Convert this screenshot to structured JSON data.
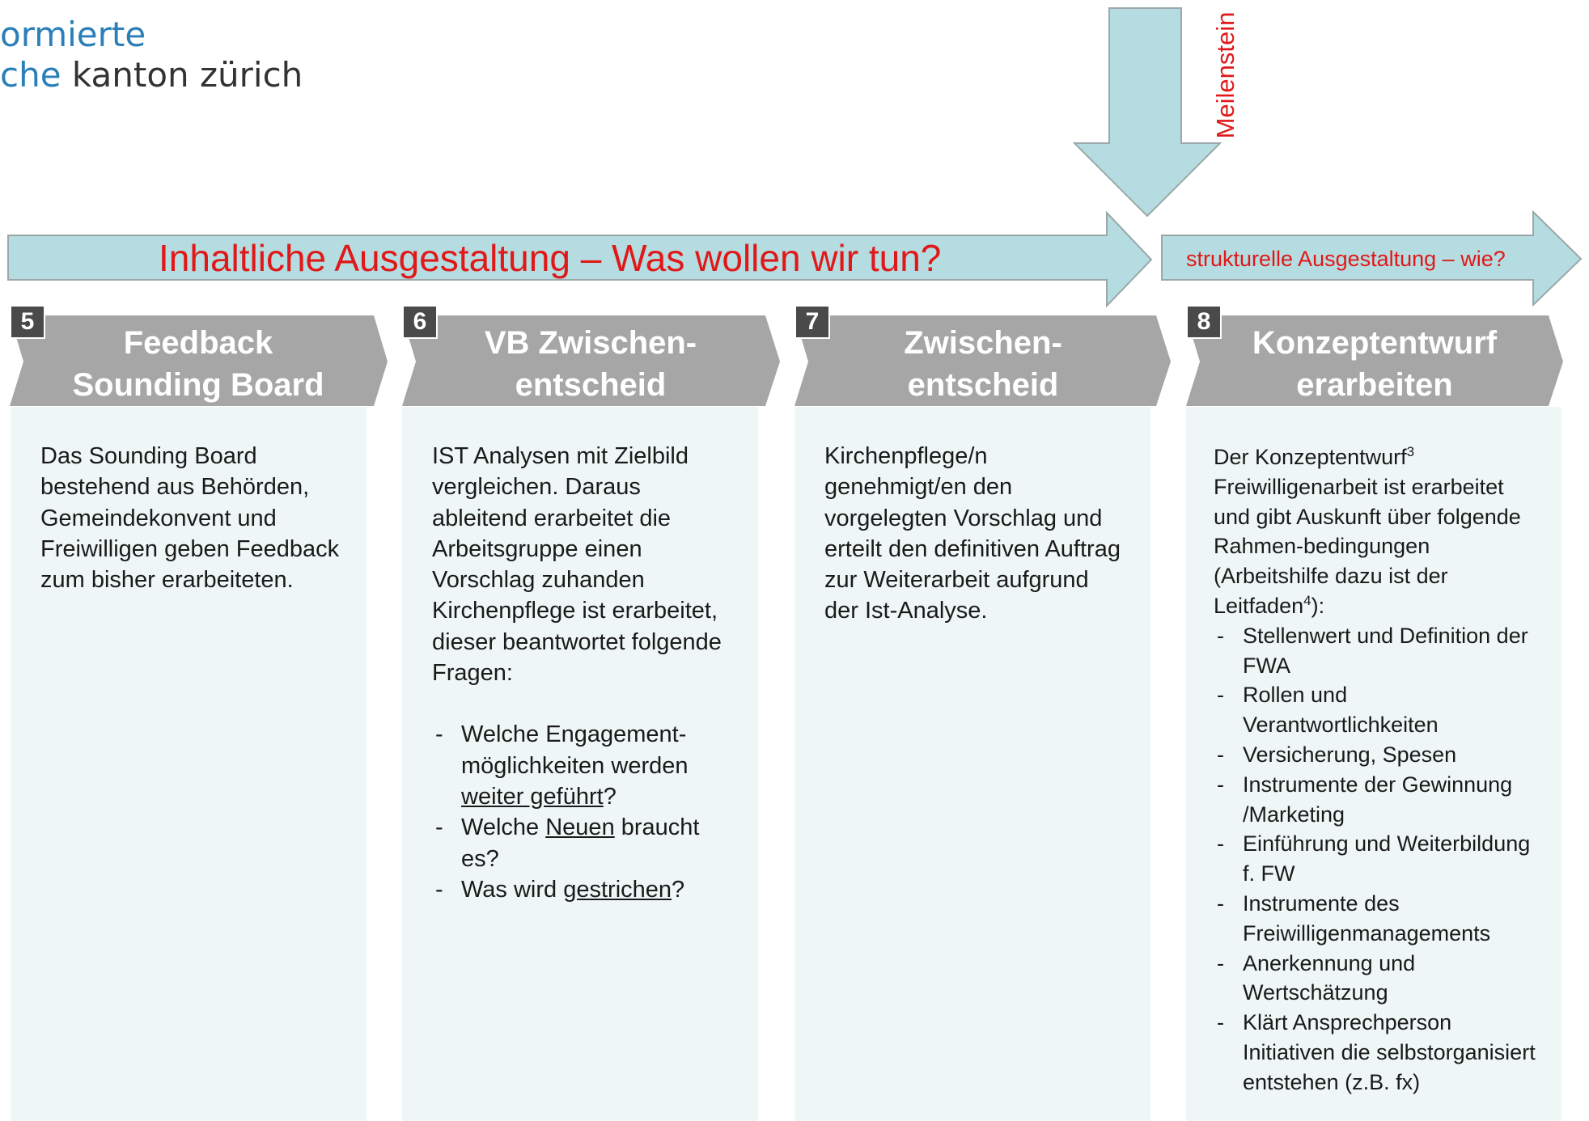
{
  "logo": {
    "line1": "ormierte",
    "line2_accent": "che",
    "line2_rest": " kanton zürich"
  },
  "banner": {
    "main": "Inhaltliche Ausgestaltung – Was wollen wir tun?",
    "sub": "strukturelle Ausgestaltung – wie?",
    "milestone": "Meilenstein"
  },
  "colors": {
    "arrow_fill": "#b5dce0",
    "arrow_stroke": "#9aa8aa",
    "text_red": "#e01818",
    "step_gray": "#a6a6a6",
    "panel": "#eef6f6"
  },
  "steps": [
    {
      "num": "5",
      "title1": "Feedback",
      "title2": "Sounding Board",
      "text": "Das Sounding Board bestehend aus Behörden, Gemeindekonvent und Freiwilligen geben Feedback zum bisher erarbeiteten."
    },
    {
      "num": "6",
      "title1": "VB Zwischen-",
      "title2": "entscheid",
      "text": "IST Analysen mit Zielbild vergleichen. Daraus ableitend erarbeitet die Arbeitsgruppe einen Vorschlag zuhanden Kirchenpflege ist erarbeitet, dieser beantwortet folgende Fragen:",
      "b1_pre": "Welche Engagement-möglichkeiten werden ",
      "b1_u": "weiter geführt",
      "b1_post": "?",
      "b2_pre": "Welche ",
      "b2_u": "Neuen",
      "b2_post": " braucht es?",
      "b3_pre": "Was wird ",
      "b3_u": "gestrichen",
      "b3_post": "?"
    },
    {
      "num": "7",
      "title1": "Zwischen-",
      "title2": "entscheid",
      "text": "Kirchenpflege/n genehmigt/en den vorgelegten Vorschlag und erteilt den definitiven Auftrag zur Weiterarbeit aufgrund der Ist-Analyse."
    },
    {
      "num": "8",
      "title1": "Konzeptentwurf",
      "title2": "erarbeiten",
      "intro_a": "Der Konzeptentwurf",
      "intro_sup": "3",
      "intro_b": " Freiwilligenarbeit ist erarbeitet und gibt Auskunft über folgende Rahmen-bedingungen (Arbeitshilfe dazu ist der Leitfaden",
      "intro_sup2": "4",
      "intro_c": "):",
      "bullets": [
        "Stellenwert und Definition der FWA",
        "Rollen und Verantwortlichkeiten",
        "Versicherung, Spesen",
        "Instrumente der Gewinnung /Marketing",
        "Einführung und Weiterbildung f. FW",
        "Instrumente des Freiwilligenmanagements",
        "Anerkennung und Wertschätzung",
        "Klärt Ansprechperson Initiativen die selbstorganisiert entstehen (z.B. fx)"
      ]
    }
  ]
}
